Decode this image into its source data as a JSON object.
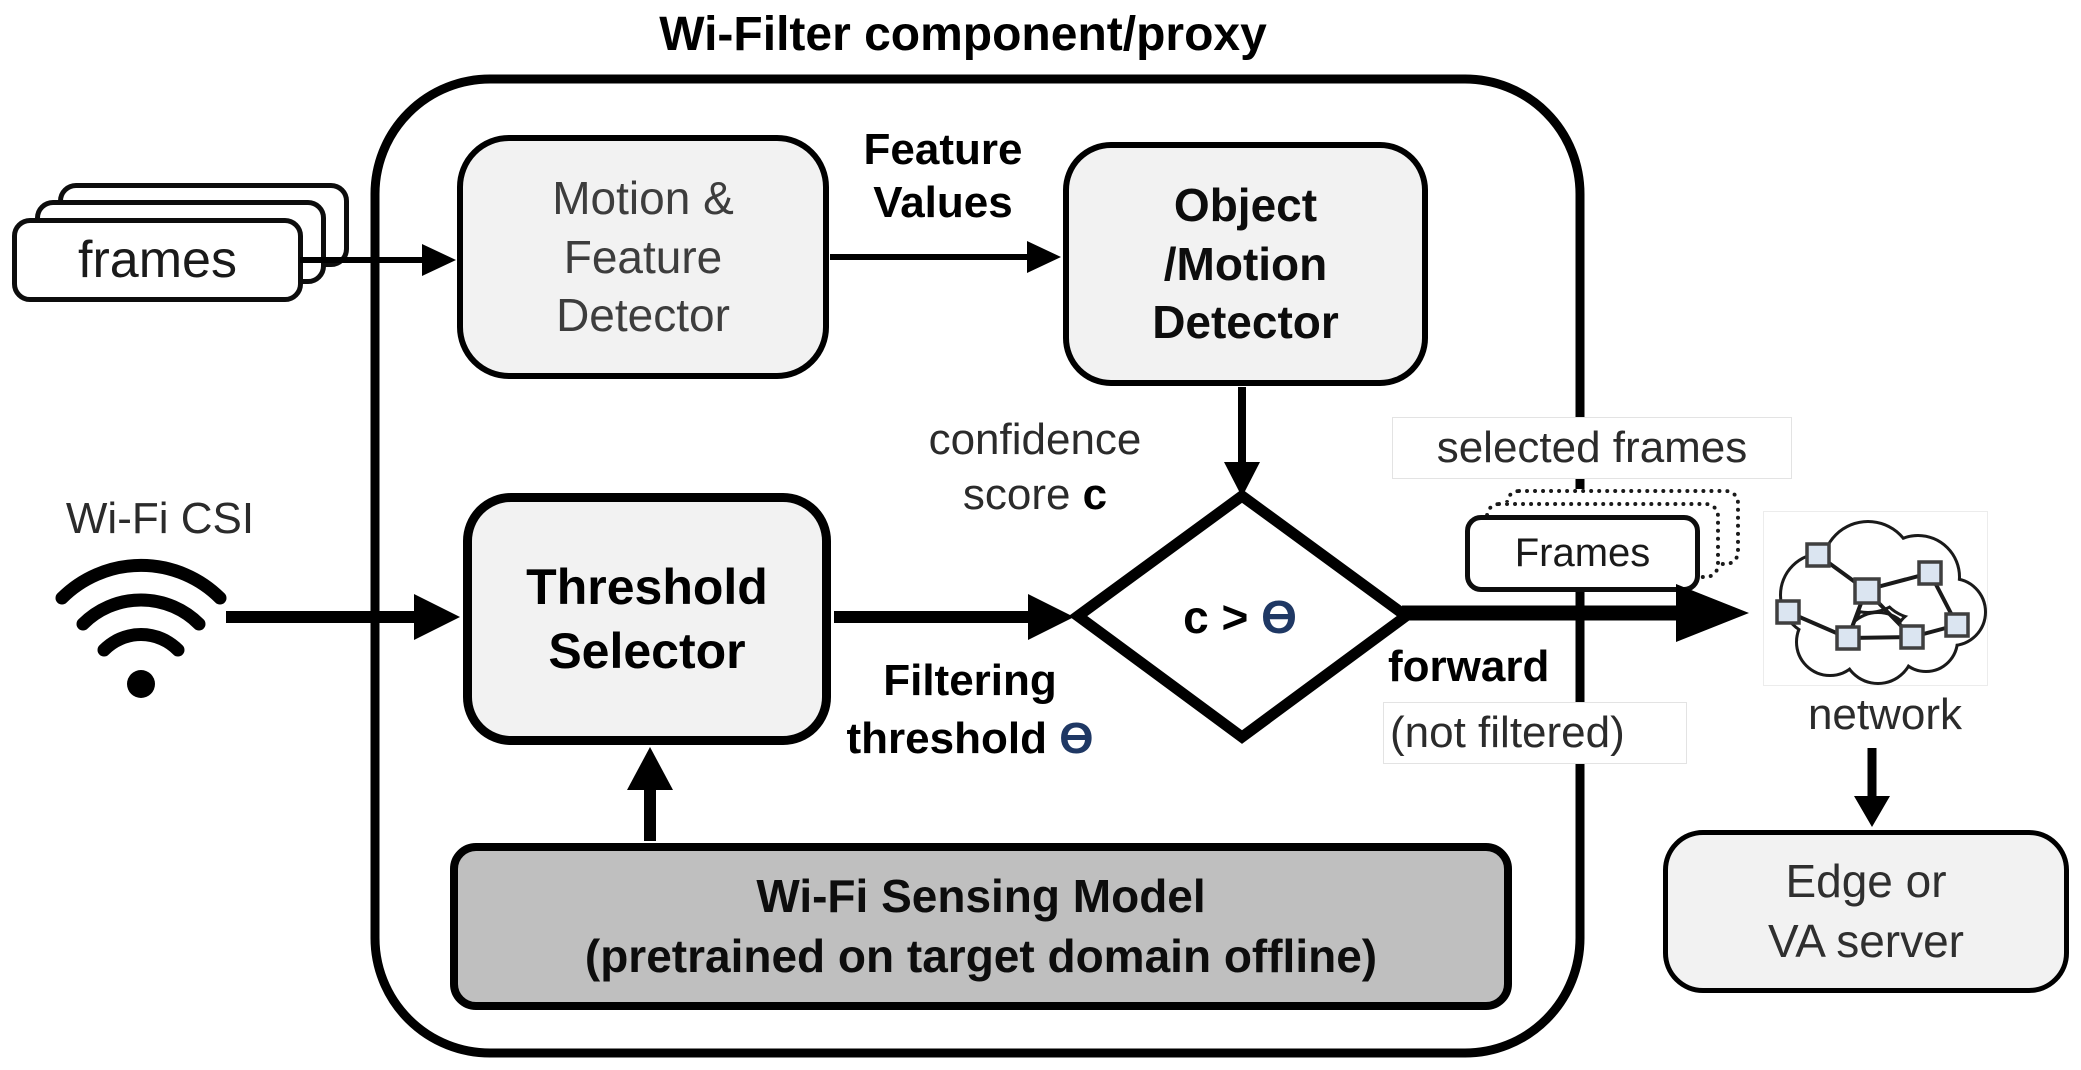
{
  "title": "Wi-Filter component/proxy",
  "colors": {
    "box_fill": "#f2f2f2",
    "model_box_fill": "#bfbfbf",
    "theta_accent": "#1f3864",
    "line": "#000000",
    "network_node_fill": "#dbe5f1"
  },
  "nodes": {
    "frames_input": {
      "label": "frames"
    },
    "motion_feature_detector": {
      "lines": [
        "Motion &",
        "Feature",
        "Detector"
      ]
    },
    "feature_values": {
      "lines": [
        "Feature",
        "Values"
      ]
    },
    "object_motion_detector": {
      "lines": [
        "Object",
        "/Motion",
        "Detector"
      ]
    },
    "confidence_score": {
      "line1": "confidence",
      "line2_prefix": "score ",
      "line2_var": "c"
    },
    "wifi_csi": {
      "label": "Wi-Fi CSI"
    },
    "threshold_selector": {
      "lines": [
        "Threshold",
        "Selector"
      ]
    },
    "filtering_threshold": {
      "line1": "Filtering",
      "line2_prefix": "threshold ",
      "theta": "Ɵ"
    },
    "decision": {
      "lhs": "c > ",
      "theta": "Ɵ"
    },
    "selected_frames": {
      "caption": "selected frames",
      "box_label": "Frames"
    },
    "forward": {
      "line1": "forward",
      "line2": "(not filtered)"
    },
    "network": {
      "label": "network"
    },
    "edge_server": {
      "lines": [
        "Edge or",
        "VA server"
      ]
    },
    "wifi_sensing_model": {
      "lines": [
        "Wi-Fi Sensing Model",
        "(pretrained on target domain offline)"
      ]
    }
  }
}
